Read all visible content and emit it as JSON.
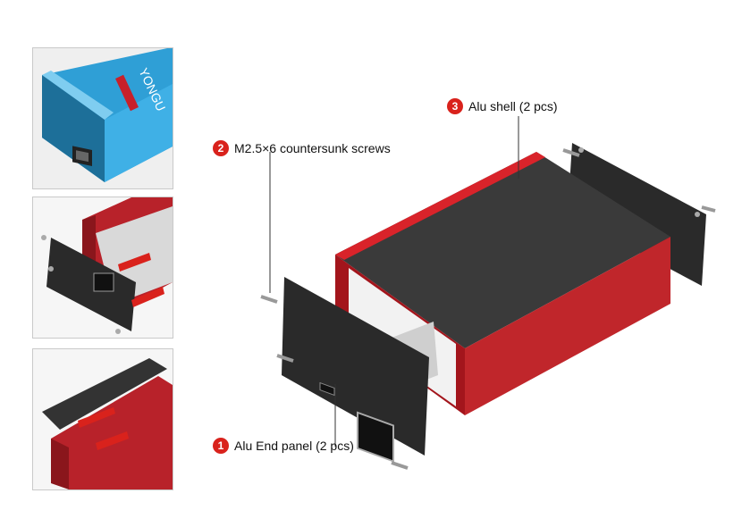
{
  "thumbnails": [
    {
      "brand_text": "YONGU"
    },
    {},
    {}
  ],
  "callouts": [
    {
      "number": "1",
      "label": "Alu End panel (2 pcs)"
    },
    {
      "number": "2",
      "label": "M2.5×6 countersunk screws"
    },
    {
      "number": "3",
      "label": "Alu shell (2 pcs)"
    }
  ],
  "colors": {
    "badge": "#d9221c",
    "shell_red": "#c0262b",
    "panel_black": "#2a2a2a",
    "plate_gray": "#3a3a3a",
    "blue_shell": "#2f9fd6"
  }
}
